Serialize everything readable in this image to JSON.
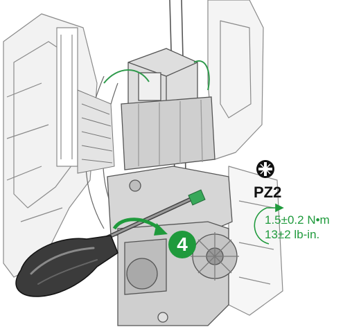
{
  "illustration": {
    "step_number": "4",
    "bit_label": "PZ2",
    "torque_metric": "1.5±0.2 N•m",
    "torque_imperial": "13±2  lb-in.",
    "accent_color": "#1f9a3c",
    "icons": [
      "pozidriv-icon",
      "rotation-arrow-icon",
      "screwdriver-icon"
    ]
  }
}
